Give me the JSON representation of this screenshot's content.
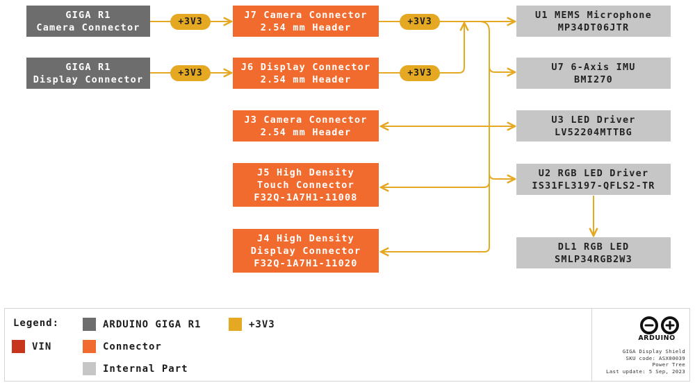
{
  "blocks": {
    "giga_camera": [
      "GIGA R1",
      "Camera Connector"
    ],
    "giga_display": [
      "GIGA R1",
      "Display Connector"
    ],
    "j7": [
      "J7 Camera Connector",
      "2.54 mm Header"
    ],
    "j6": [
      "J6 Display Connector",
      "2.54 mm Header"
    ],
    "j3": [
      "J3 Camera Connector",
      "2.54 mm Header"
    ],
    "j5": [
      "J5 High Density",
      "Touch Connector",
      "F32Q-1A7H1-11008"
    ],
    "j4": [
      "J4 High Density",
      "Display Connector",
      "F32Q-1A7H1-11020"
    ],
    "u1": [
      "U1 MEMS Microphone",
      "MP34DT06JTR"
    ],
    "u7": [
      "U7 6-Axis IMU",
      "BMI270"
    ],
    "u3": [
      "U3 LED Driver",
      "LV52204MTTBG"
    ],
    "u2": [
      "U2 RGB LED Driver",
      "IS31FL3197-QFLS2-TR"
    ],
    "dl1": [
      "DL1 RGB LED",
      "SMLP34RGB2W3"
    ]
  },
  "rail_labels": [
    "+3V3",
    "+3V3",
    "+3V3",
    "+3V3"
  ],
  "legend": {
    "title": "Legend:",
    "items": [
      {
        "label": "ARDUINO GIGA R1",
        "color": "#6d6d6d"
      },
      {
        "label": "+3V3",
        "color": "#e5a823"
      },
      {
        "label": "VIN",
        "color": "#c7361c"
      },
      {
        "label": "Connector",
        "color": "#f26b2e"
      },
      {
        "label": "Internal Part",
        "color": "#c6c6c6"
      }
    ]
  },
  "footer": {
    "brand": "ARDUINO",
    "lines": [
      "GIGA Display Shield",
      "SKU code: ASX00039",
      "Power Tree",
      "Last update: 5 Sep, 2023"
    ]
  },
  "colors": {
    "wire": "#e5a823",
    "giga": "#6d6d6d",
    "connector": "#f26b2e",
    "internal": "#c6c6c6",
    "brand": "#111111"
  }
}
